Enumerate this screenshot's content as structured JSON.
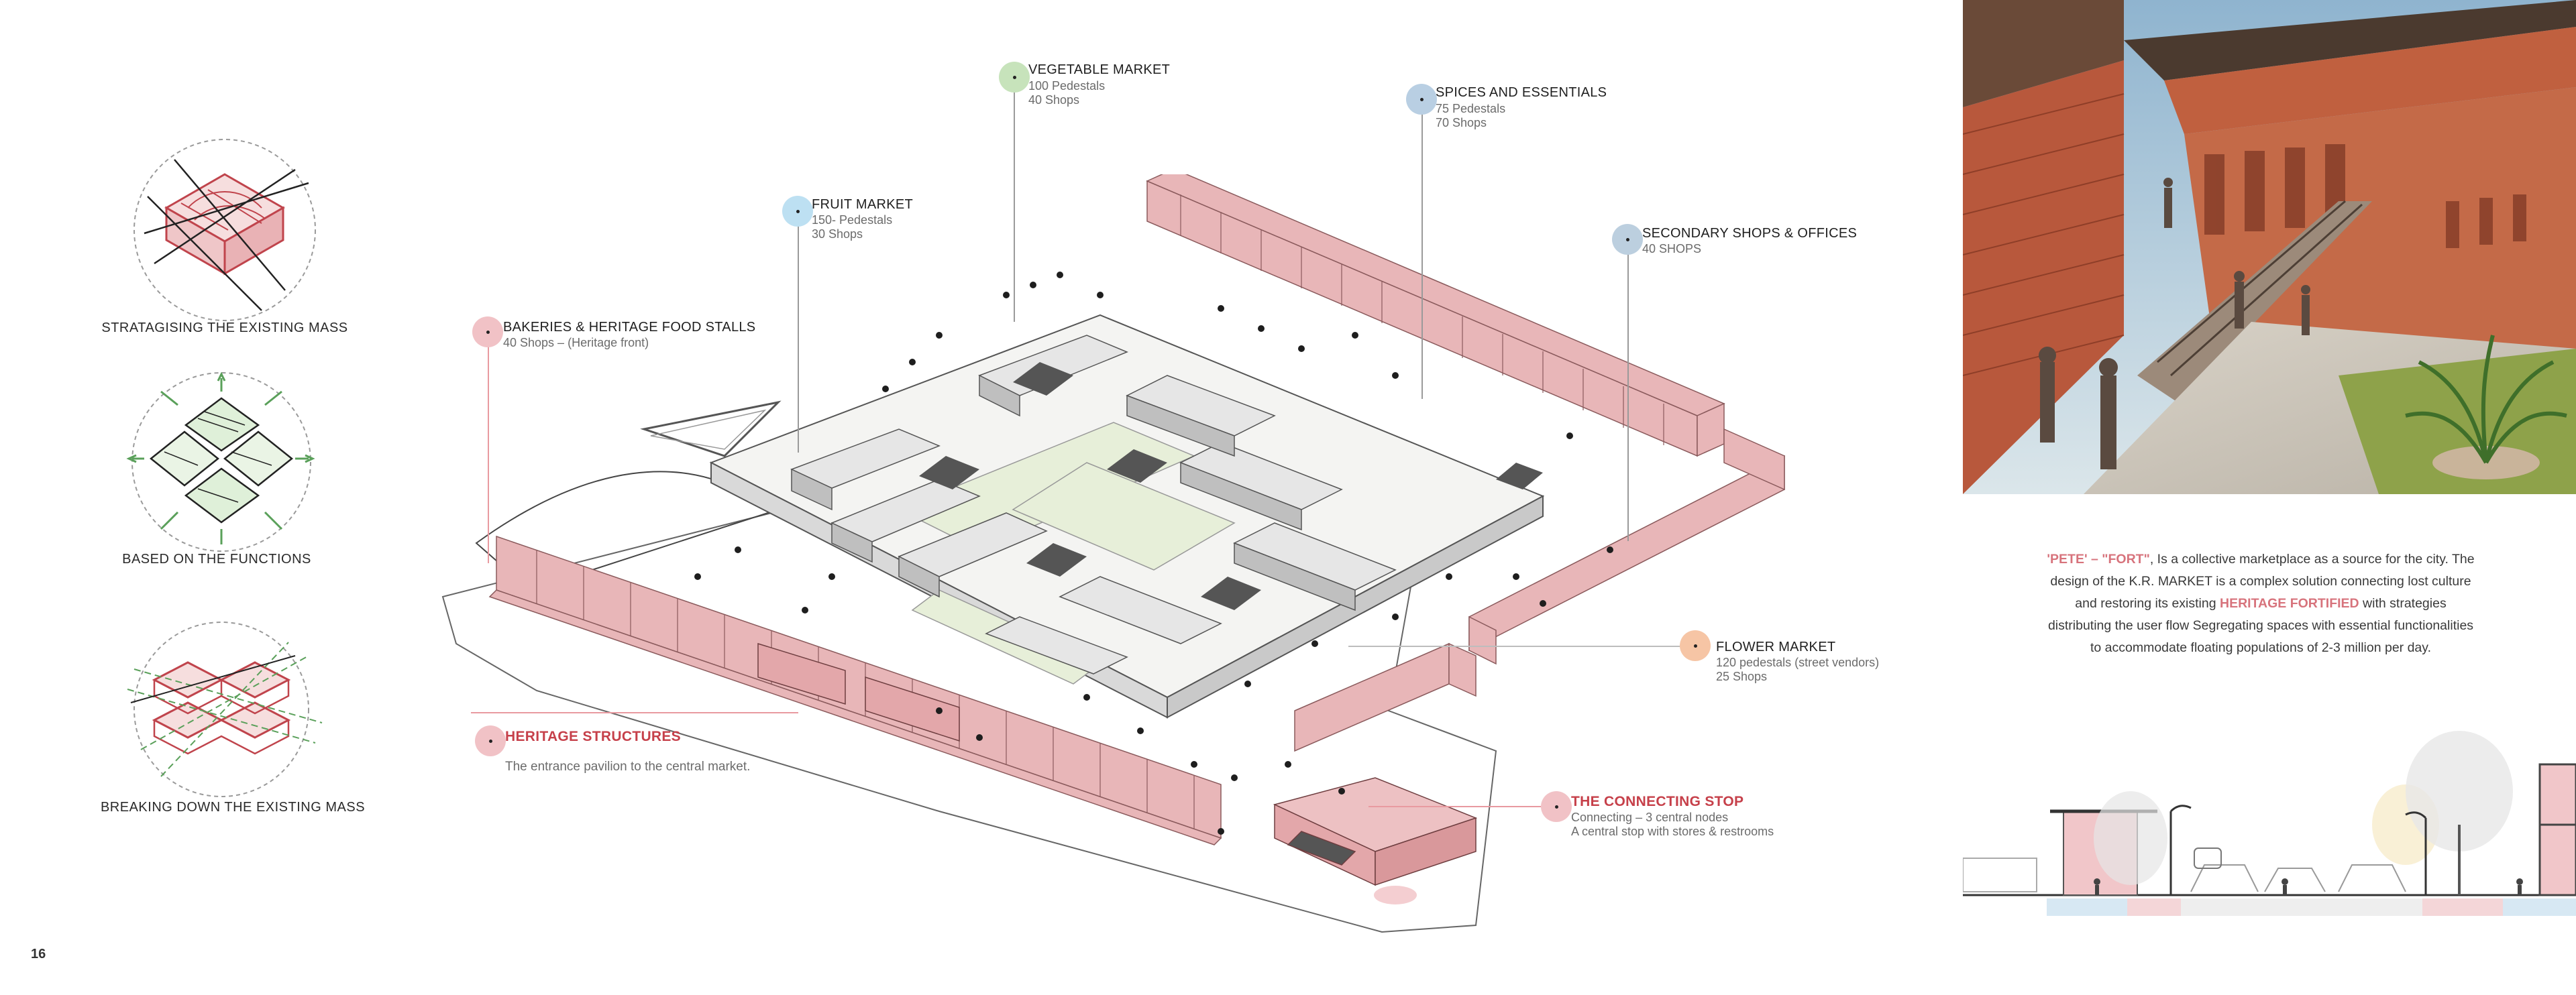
{
  "page_number": "16",
  "steps": [
    {
      "caption": "STRATAGISING THE EXISTING MASS"
    },
    {
      "caption": "BASED ON THE FUNCTIONS"
    },
    {
      "caption": "BREAKING DOWN THE EXISTING MASS"
    }
  ],
  "labels": {
    "vegetable": {
      "title": "VEGETABLE  MARKET",
      "line1": "100  Pedestals",
      "line2": "40 Shops"
    },
    "spices": {
      "title": "SPICES AND ESSENTIALS",
      "line1": "75  Pedestals",
      "line2": "70 Shops"
    },
    "fruit": {
      "title": "FRUIT MARKET",
      "line1": "150-  Pedestals",
      "line2": "30 Shops"
    },
    "secondary": {
      "title": "SECONDARY SHOPS & OFFICES",
      "line1": "40  SHOPS"
    },
    "bakeries": {
      "title": "BAKERIES & HERITAGE FOOD STALLS",
      "line1": "40  Shops – (Heritage front)"
    },
    "flower": {
      "title": "FLOWER MARKET",
      "line1": "120 pedestals (street vendors)",
      "line2": "25 Shops"
    },
    "heritage": {
      "title": "HERITAGE STRUCTURES",
      "line1": "The entrance pavilion to the central market."
    },
    "connecting": {
      "title": "THE CONNECTING STOP",
      "line1": "Connecting – 3 central nodes",
      "line2": "A central stop with stores & restrooms"
    }
  },
  "description": {
    "hl1": "'PETE' – \"FORT\"",
    "part1": ", Is a collective marketplace as a source for the city. The design of the K.R. MARKET is a complex solution connecting lost culture and restoring its existing ",
    "hl2": "HERITAGE FORTIFIED",
    "part2": " with strategies distributing the user flow Segregating spaces with essential functionalities to accommodate floating populations of 2-3 million per day."
  },
  "colors": {
    "brick": "#e8b6b8",
    "vegetable": "#c7e3bb",
    "spices": "#b9cfe3",
    "fruit": "#bde0f2",
    "secondary": "#bccfdf",
    "bakeries": "#f1c2c6",
    "flower": "#f6c5a5",
    "heritage": "#f1c2c6",
    "accent_red": "#c6404a",
    "highlight": "#d7737c"
  }
}
